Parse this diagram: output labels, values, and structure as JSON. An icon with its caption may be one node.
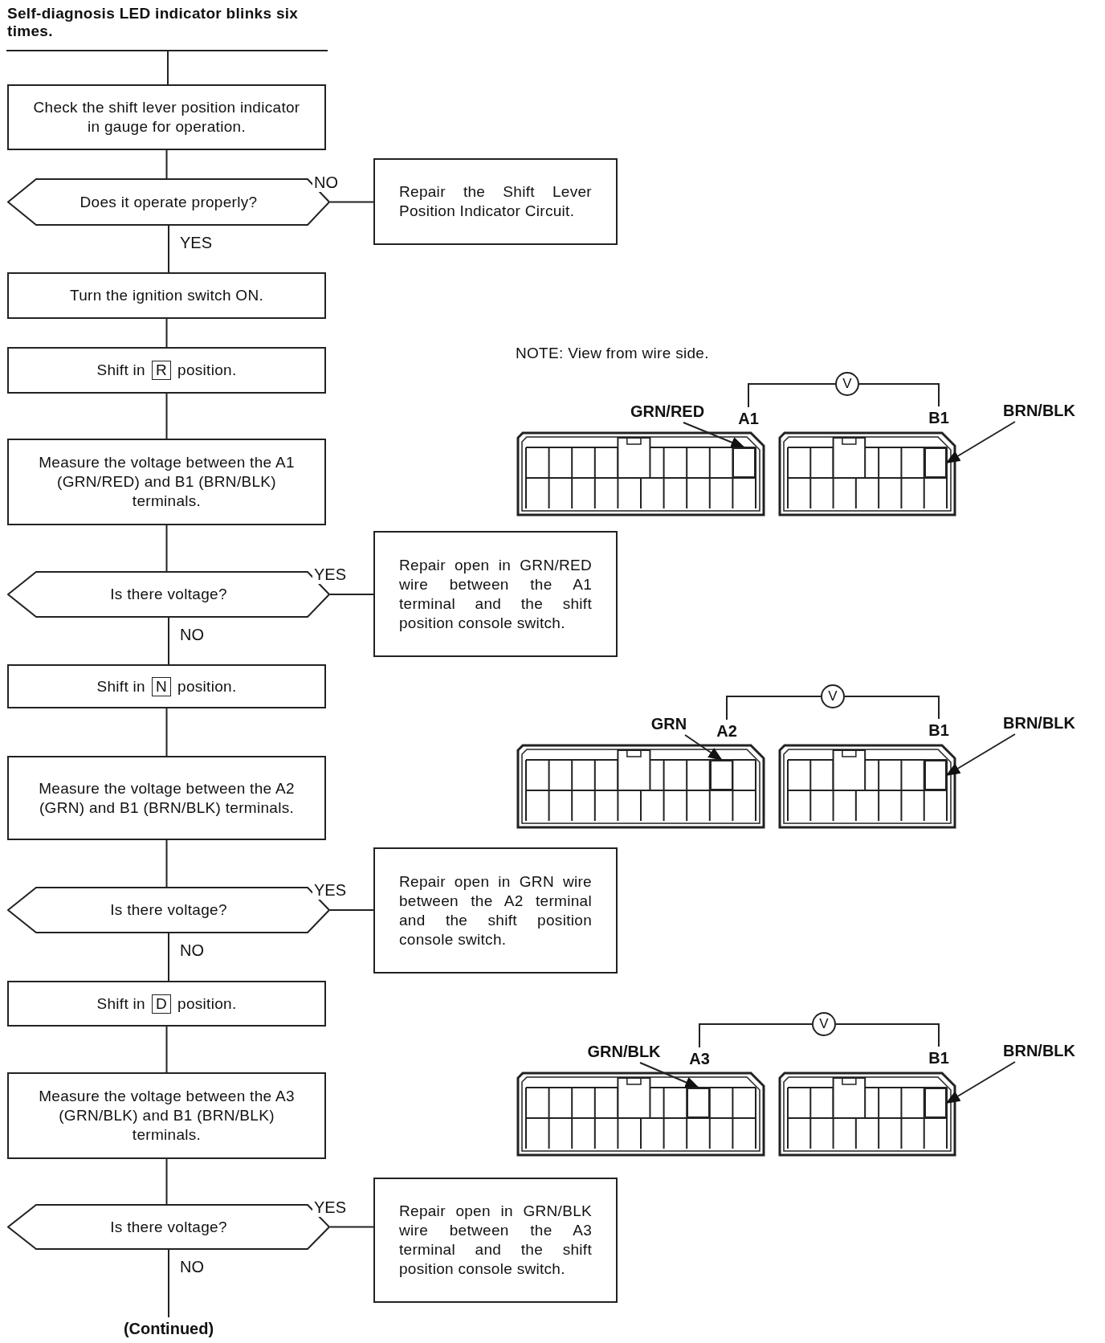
{
  "diagram": {
    "nodes": [
      {
        "text": [
          "Self-diagnosis LED indicator blinks six times."
        ]
      },
      {
        "text": [
          "Check the shift lever position indicator in gauge for operation."
        ]
      },
      {
        "text": [
          "Does it operate properly?"
        ]
      },
      {
        "text": [
          "Repair the Shift Lever Position Indicator Circuit."
        ]
      },
      {
        "text": [
          "Turn the ignition switch ON."
        ]
      },
      {
        "text": [
          "Shift in",
          "R",
          "position."
        ]
      },
      {
        "text": [
          "Measure the voltage between the A1 (GRN/RED) and B1 (BRN/BLK) terminals."
        ]
      },
      {
        "text": [
          "Is there voltage?"
        ]
      },
      {
        "text": [
          "Repair open in GRN/RED wire between the A1 terminal and the shift position console switch."
        ]
      },
      {
        "text": [
          "Shift in",
          "N",
          "position."
        ]
      },
      {
        "text": [
          "Measure the voltage between the A2 (GRN) and B1 (BRN/BLK) terminals."
        ]
      },
      {
        "text": [
          "Is there voltage?"
        ]
      },
      {
        "text": [
          "Repair open in GRN wire between the A2 terminal and the shift position console switch."
        ]
      },
      {
        "text": [
          "Shift in",
          "D",
          "position."
        ]
      },
      {
        "text": [
          "Measure the voltage between the A3 (GRN/BLK) and B1 (BRN/BLK) terminals."
        ]
      },
      {
        "text": [
          "Is there voltage?"
        ]
      },
      {
        "text": [
          "Repair open in GRN/BLK wire between the A3 terminal and the shift position console switch."
        ]
      },
      {
        "text": [
          "(Continued)"
        ]
      },
      {
        "text": [
          "GRN/RED"
        ]
      },
      {
        "text": [
          "A1"
        ]
      },
      {
        "text": [
          "V"
        ]
      },
      {
        "text": [
          "B1"
        ]
      },
      {
        "text": [
          "BRN/BLK"
        ]
      },
      {
        "text": [
          "GRN"
        ]
      },
      {
        "text": [
          "A2"
        ]
      },
      {
        "text": [
          "V"
        ]
      },
      {
        "text": [
          "B1"
        ]
      },
      {
        "text": [
          "BRN/BLK"
        ]
      },
      {
        "text": [
          "GRN/BLK"
        ]
      },
      {
        "text": [
          "A3"
        ]
      },
      {
        "text": [
          "V"
        ]
      },
      {
        "text": [
          "B1"
        ]
      },
      {
        "text": [
          "BRN/BLK"
        ]
      },
      {
        "text": [],
        "shape": "box"
      },
      {
        "text": [],
        "shape": "box"
      },
      {
        "text": [],
        "shape": "box"
      },
      {
        "text": [],
        "shape": "box"
      },
      {
        "text": [],
        "shape": "box"
      },
      {
        "text": [],
        "shape": "box"
      }
    ],
    "edges": [
      {
        "from": 0,
        "to": 1,
        "arrow": "none"
      },
      {
        "from": 1,
        "to": 2,
        "arrow": "none"
      },
      {
        "from": 2,
        "to": 3,
        "arrow": "none",
        "label": "NO"
      },
      {
        "from": 2,
        "to": 4,
        "arrow": "none",
        "label": "YES"
      },
      {
        "from": 4,
        "to": 5,
        "arrow": "none"
      },
      {
        "from": 5,
        "to": 6,
        "arrow": "none"
      },
      {
        "from": 6,
        "to": 7,
        "arrow": "none"
      },
      {
        "from": 7,
        "to": 8,
        "arrow": "none",
        "label": "YES"
      },
      {
        "from": 7,
        "to": 9,
        "arrow": "none",
        "label": "NO"
      },
      {
        "from": 9,
        "to": 10,
        "arrow": "none"
      },
      {
        "from": 10,
        "to": 11,
        "arrow": "none"
      },
      {
        "from": 11,
        "to": 12,
        "arrow": "none",
        "label": "YES"
      },
      {
        "from": 11,
        "to": 13,
        "arrow": "none",
        "label": "NO"
      },
      {
        "from": 13,
        "to": 14,
        "arrow": "none"
      },
      {
        "from": 14,
        "to": 15,
        "arrow": "none"
      },
      {
        "from": 15,
        "to": 16,
        "arrow": "none",
        "label": "YES"
      },
      {
        "from": 15,
        "to": 17,
        "arrow": "none",
        "label": "NO"
      },
      {
        "from": 18,
        "to": 33,
        "arrow": "to"
      },
      {
        "from": 20,
        "to": 19,
        "arrow": "none"
      },
      {
        "from": 20,
        "to": 21,
        "arrow": "none"
      },
      {
        "from": 22,
        "to": 34,
        "arrow": "to"
      },
      {
        "from": 23,
        "to": 35,
        "arrow": "to"
      },
      {
        "from": 25,
        "to": 24,
        "arrow": "none"
      },
      {
        "from": 25,
        "to": 26,
        "arrow": "none"
      },
      {
        "from": 27,
        "to": 36,
        "arrow": "to"
      },
      {
        "from": 28,
        "to": 37,
        "arrow": "to"
      },
      {
        "from": 30,
        "to": 29,
        "arrow": "none"
      },
      {
        "from": 30,
        "to": 31,
        "arrow": "none"
      },
      {
        "from": 32,
        "to": 38,
        "arrow": "to"
      }
    ],
    "labels": [
      "NOTE: View from wire side."
    ]
  }
}
